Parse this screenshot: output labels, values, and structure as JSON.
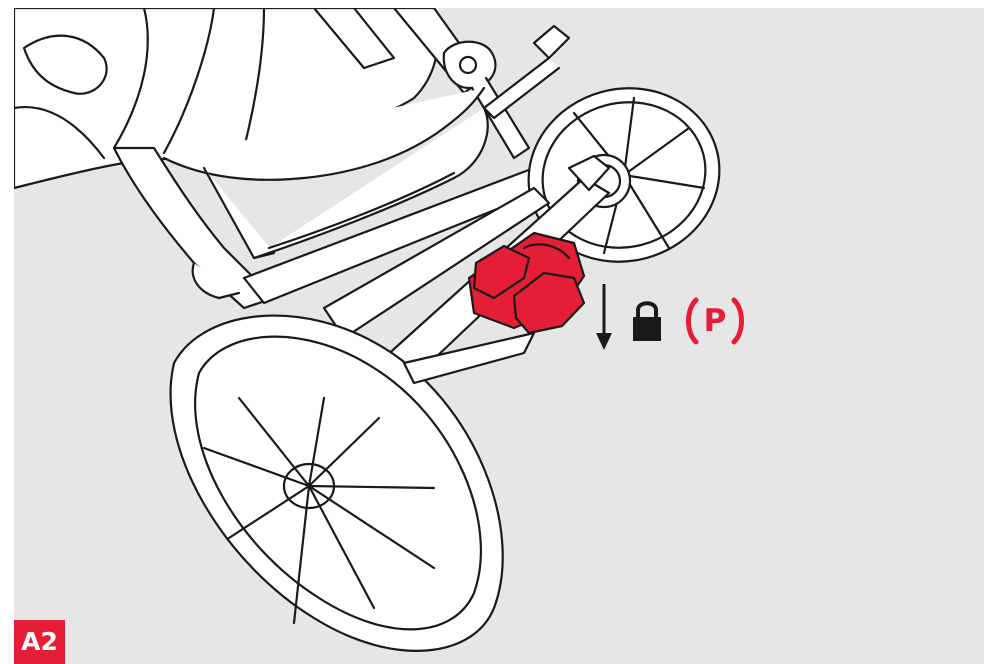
{
  "badge": {
    "label": "A2",
    "color": "#e51d36"
  },
  "parking_symbol": {
    "letter": "P",
    "color": "#e51d36"
  },
  "icons": {
    "arrow": "down-arrow-icon",
    "lock": "padlock-icon",
    "brake_pedal": "brake-pedal"
  },
  "colors": {
    "background": "#e6e6e6",
    "outline": "#1a1a1a",
    "fill": "#ffffff",
    "accent": "#e51d36"
  }
}
